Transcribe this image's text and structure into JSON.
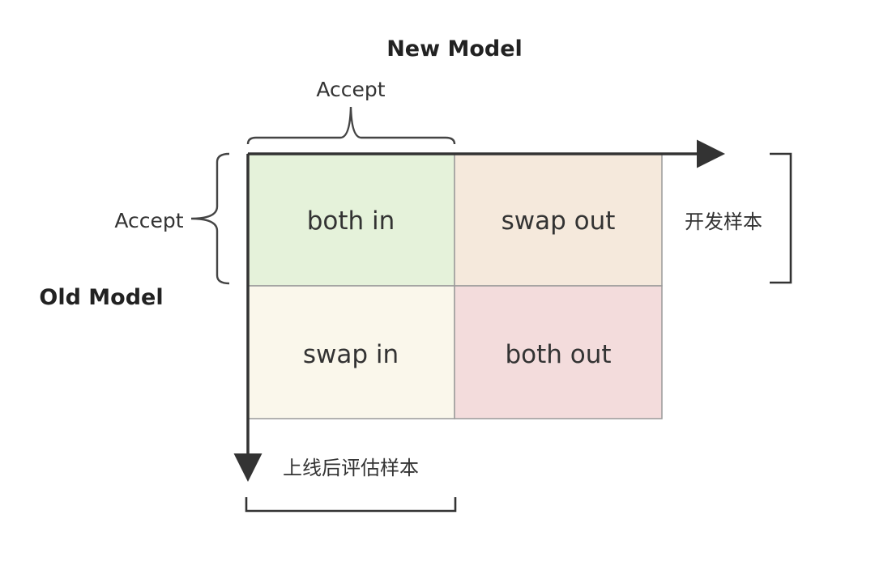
{
  "diagram": {
    "top_title": "New Model",
    "left_title": "Old Model",
    "top_accept": "Accept",
    "left_accept": "Accept",
    "right_label": "开发样本",
    "bottom_label": "上线后评估样本",
    "cells": {
      "top_left": "both in",
      "top_right": "swap out",
      "bottom_left": "swap in",
      "bottom_right": "both out"
    },
    "colors": {
      "both_in": "#e5f2da",
      "swap_out": "#f5e9dc",
      "swap_in": "#faf7eb",
      "both_out": "#f3dcdc",
      "grid_line": "#9a9a9a",
      "axis": "#333333"
    }
  }
}
